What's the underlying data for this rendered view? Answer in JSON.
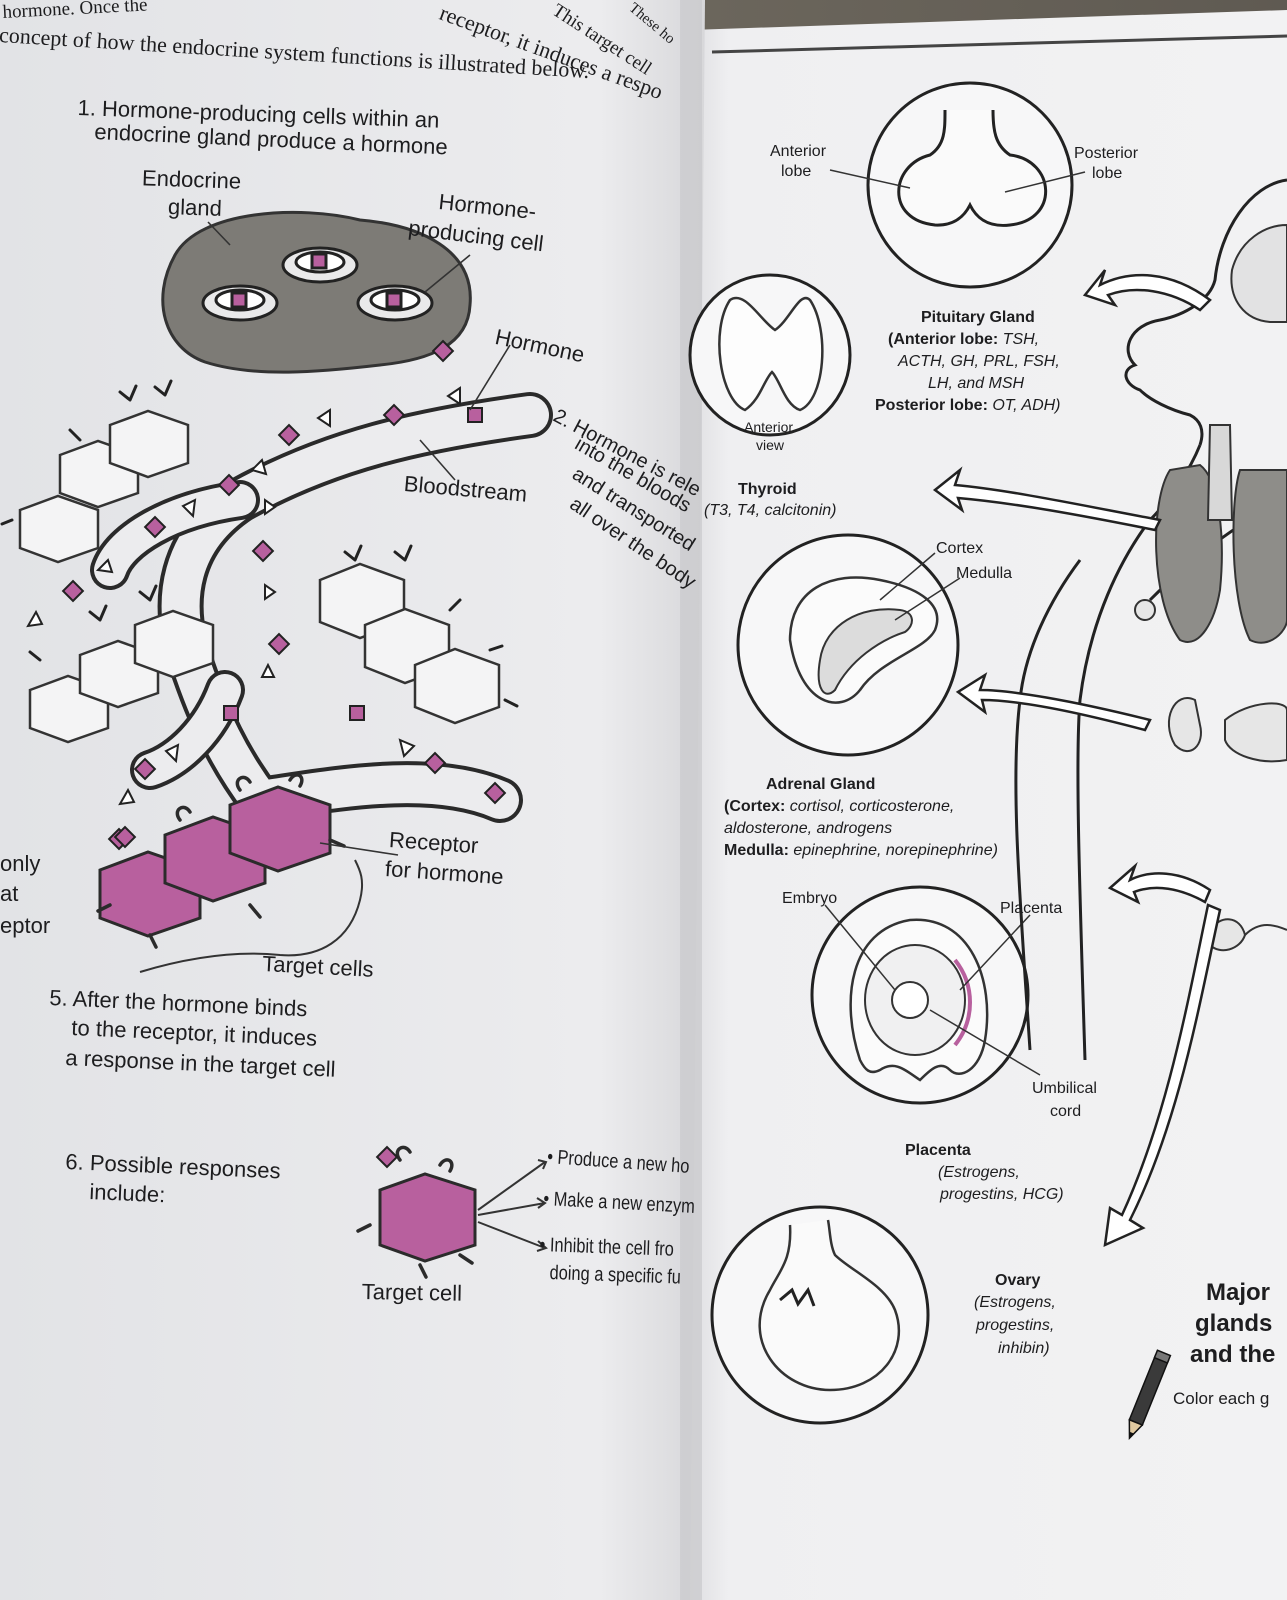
{
  "colors": {
    "magenta": "#b8609e",
    "gland_gray": "#7d7b76",
    "page_left": "#e8e8ea",
    "page_right": "#f0f0f2",
    "background": "#6f6a62"
  },
  "intro": {
    "line1": "hormone. Once the",
    "line2": "concept of how the endocrine system functions is illustrated below.",
    "top_frag_1": "receptor, it induces a respo",
    "top_frag_2": "This target cell",
    "top_frag_3": "These ho"
  },
  "steps": {
    "step1_a": "1. Hormone-producing cells within an",
    "step1_b": "endocrine gland produce a hormone",
    "step2_a": "2. Hormone is rele",
    "step2_b": "into the bloods",
    "step2_c": "and transported",
    "step2_d": "all over the body",
    "step5_a": "5. After the hormone binds",
    "step5_b": "to the receptor, it induces",
    "step5_c": "a response in the target cell",
    "step6_a": "6. Possible responses",
    "step6_b": "include:",
    "resp1": "• Produce a new ho",
    "resp2": "• Make a new enzym",
    "resp3_a": "• Inhibit the cell fro",
    "resp3_b": "doing a specific fu",
    "side_only": "only",
    "side_at": "at",
    "side_eptor": "eptor"
  },
  "diagram_left": {
    "endocrine_a": "Endocrine",
    "endocrine_b": "gland",
    "hpc_a": "Hormone-",
    "hpc_b": "producing cell",
    "hormone": "Hormone",
    "bloodstream": "Bloodstream",
    "receptor_a": "Receptor",
    "receptor_b": "for hormone",
    "target_cells": "Target cells",
    "target_cell": "Target cell"
  },
  "diagram_right": {
    "anterior_lobe_a": "Anterior",
    "anterior_lobe_b": "lobe",
    "posterior_lobe_a": "Posterior",
    "posterior_lobe_b": "lobe",
    "pituitary_title": "Pituitary Gland",
    "pituitary_l2_a": "(Anterior lobe:",
    "pituitary_l2_b": " TSH,",
    "pituitary_l3": "ACTH, GH, PRL, FSH,",
    "pituitary_l4": "LH, and MSH",
    "pituitary_l5_a": "Posterior lobe:",
    "pituitary_l5_b": " OT, ADH)",
    "anterior_view_a": "Anterior",
    "anterior_view_b": "view",
    "thyroid_title": "Thyroid",
    "thyroid_hormones": "(T3, T4, calcitonin)",
    "cortex": "Cortex",
    "medulla": "Medulla",
    "adrenal_title": "Adrenal Gland",
    "adrenal_l2_a": "(Cortex:",
    "adrenal_l2_b": " cortisol, corticosterone,",
    "adrenal_l3": "aldosterone, androgens",
    "adrenal_l4_a": "Medulla:",
    "adrenal_l4_b": " epinephrine, norepinephrine)",
    "embryo": "Embryo",
    "placenta_lbl": "Placenta",
    "umbilical_a": "Umbilical",
    "umbilical_b": "cord",
    "placenta_title": "Placenta",
    "placenta_l2": "(Estrogens,",
    "placenta_l3": "progestins, HCG)",
    "ovary_title": "Ovary",
    "ovary_l2": "(Estrogens,",
    "ovary_l3": "progestins,",
    "ovary_l4": "inhibin)",
    "major_a": "Major",
    "major_b": "glands",
    "major_c": "and the",
    "color_each": "Color each g"
  }
}
